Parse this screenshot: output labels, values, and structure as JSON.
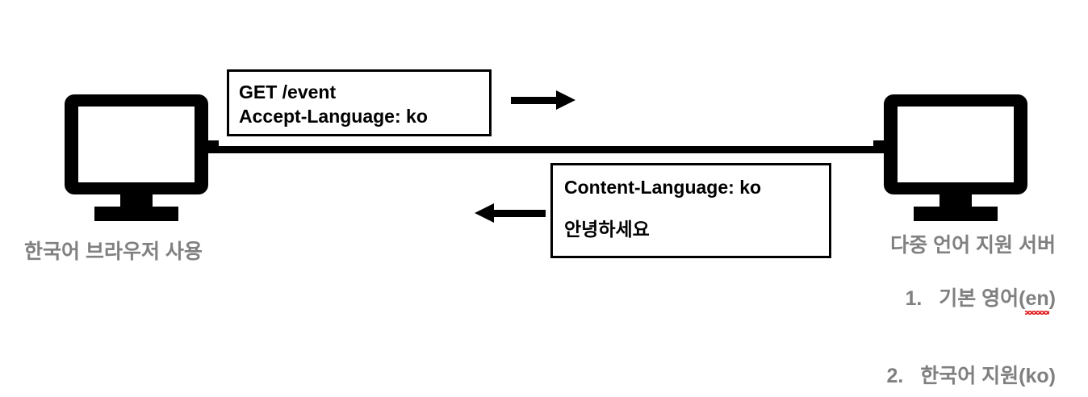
{
  "diagram": {
    "title": "HTTP Accept-Language content negotiation diagram",
    "background_color": "#ffffff",
    "stroke_color": "#000000",
    "caption_color": "#808080",
    "spellcheck_color": "#e02020"
  },
  "client": {
    "icon": "monitor-icon",
    "caption": "한국어 브라우저 사용"
  },
  "server": {
    "icon": "monitor-icon",
    "caption": "다중 언어 지원 서버",
    "languages": [
      {
        "number": "1.",
        "label": "기본 영어(",
        "code": "en",
        "close": ")",
        "misspelled": true
      },
      {
        "number": "2.",
        "label": "한국어 지원(",
        "code": "ko",
        "close": ")",
        "misspelled": false
      }
    ]
  },
  "request_box": {
    "name": "http-request-box",
    "lines": [
      "GET /event",
      "Accept-Language: ko"
    ]
  },
  "response_box": {
    "name": "http-response-box",
    "lines": [
      "Content-Language: ko",
      "안녕하세요"
    ]
  },
  "arrows": {
    "request": {
      "direction": "right",
      "name": "request-arrow"
    },
    "response": {
      "direction": "left",
      "name": "response-arrow"
    }
  }
}
